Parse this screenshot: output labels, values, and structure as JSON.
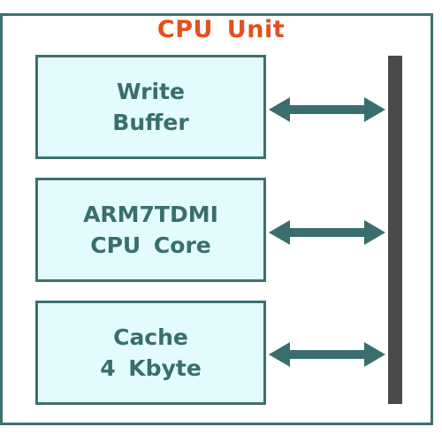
{
  "diagram": {
    "title": "CPU  Unit",
    "blocks": [
      {
        "id": "write-buffer",
        "lines": [
          "Write",
          "Buffer"
        ]
      },
      {
        "id": "cpu-core",
        "lines": [
          "ARM7TDMI",
          "CPU  Core"
        ]
      },
      {
        "id": "cache",
        "lines": [
          "Cache",
          "4  Kbyte"
        ]
      }
    ],
    "connections": [
      {
        "from": "write-buffer",
        "to": "bus",
        "direction": "bidirectional"
      },
      {
        "from": "cpu-core",
        "to": "bus",
        "direction": "bidirectional"
      },
      {
        "from": "cache",
        "to": "bus",
        "direction": "bidirectional"
      }
    ],
    "colors": {
      "title": "#e2501c",
      "frame": "#3e7070",
      "block_fill": "#e3fbfc",
      "block_text": "#3a6e6e",
      "arrow": "#3a6e6e",
      "bus": "#4a4a4a"
    }
  }
}
